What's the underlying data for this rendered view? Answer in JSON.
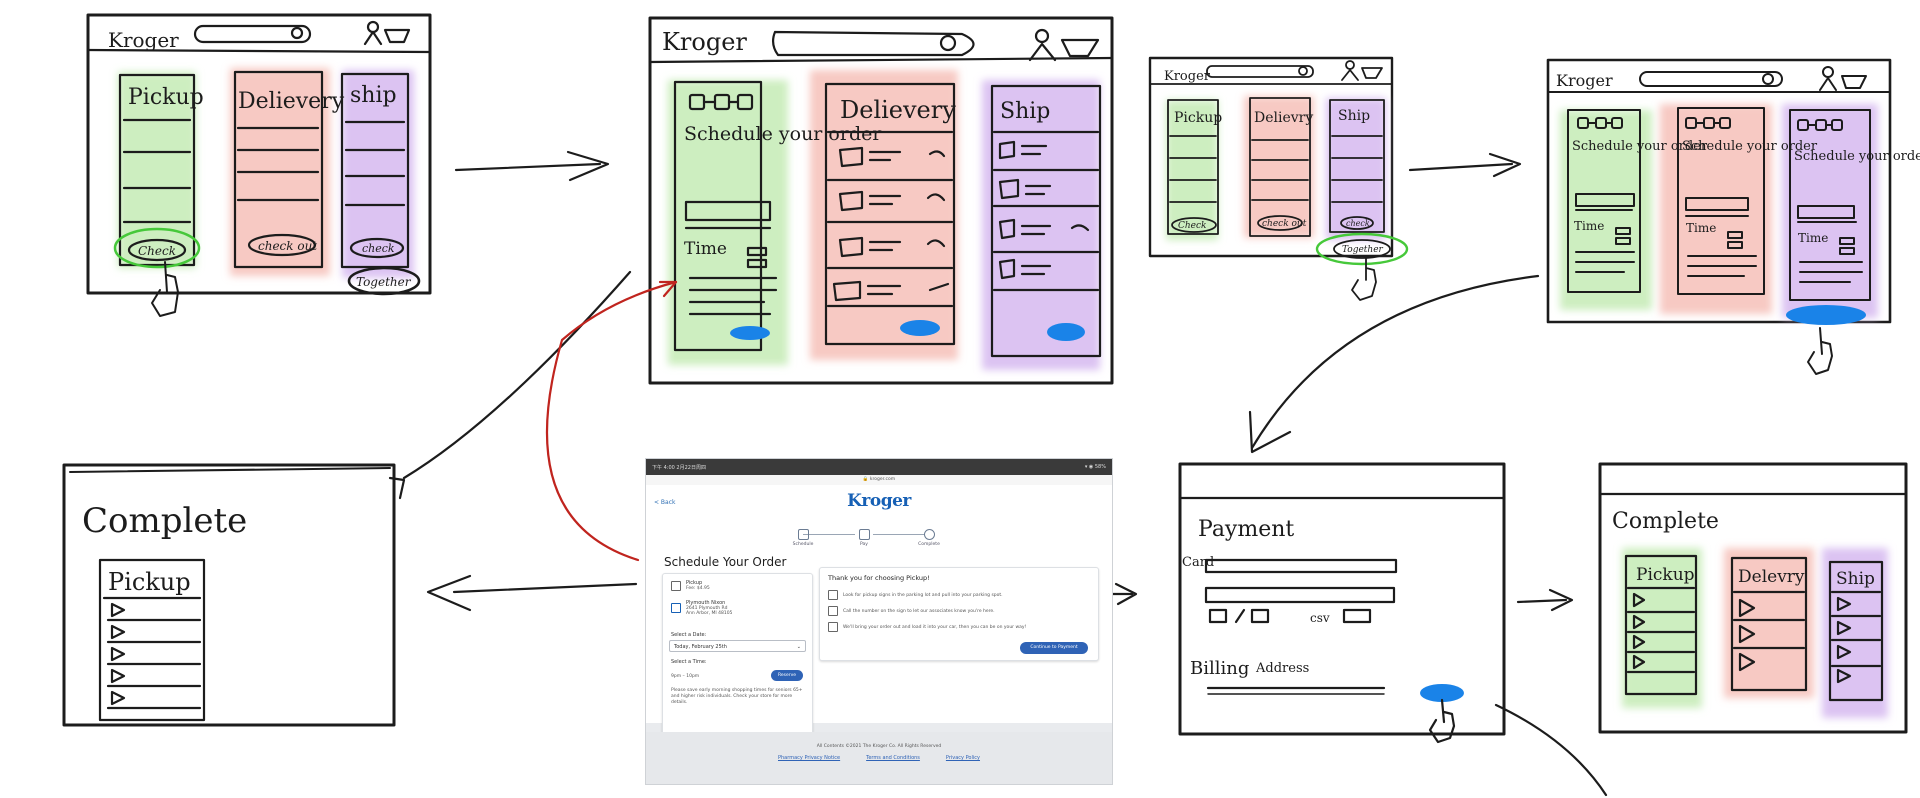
{
  "sketch_labels": {
    "kroger": "Kroger",
    "pickup": "Pickup",
    "pickup_alt": "Pickup",
    "delivery": "Delievery",
    "delivery_alt": "Delievry",
    "delivery_complete": "Delevry",
    "ship": "ship",
    "ship_alt": "Ship",
    "checkout": "Check",
    "checkout_delivery": "check out",
    "checkout_ship": "check",
    "together": "Together",
    "schedule_your_order": "Schedule your order",
    "time": "Time",
    "complete": "Complete",
    "payment": "Payment",
    "card": "Card",
    "csv": "csv",
    "billing": "Billing",
    "address": "Address"
  },
  "screenshot": {
    "status_left": "下午 4:00  2月22日周四",
    "status_right": "▾ ◉ 58%",
    "url": "🔒 kroger.com",
    "back": "< Back",
    "logo": "Kroger",
    "steps": [
      "Schedule",
      "Pay",
      "Complete"
    ],
    "title": "Schedule Your Order",
    "pickup_label": "Pickup",
    "pickup_fee": "Fee: $4.95",
    "store_name": "Plymouth Nixon",
    "store_addr1": "2641 Plymouth Rd",
    "store_addr2": "Ann Arbor, MI 48105",
    "select_date_label": "Select a Date:",
    "selected_date": "Today, February 25th",
    "select_time_label": "Select a Time:",
    "time_slot": "9pm – 10pm",
    "reserve_label": "Reserve",
    "note": "Please save early morning shopping times for seniors 65+ and higher risk individuals. Check your store for more details.",
    "thanks_title": "Thank you for choosing Pickup!",
    "thanks_steps": [
      "Look for pickup signs in the parking lot and pull into your parking spot.",
      "Call the number on the sign to let our associates know you're here.",
      "We'll bring your order out and load it into your car, then you can be on your way!"
    ],
    "continue_label": "Continue to Payment",
    "copyright": "All Contents ©2021 The Kroger Co. All Rights Reserved",
    "footer_links": [
      "Pharmacy Privacy Notice",
      "Terms and Conditions",
      "Privacy Policy"
    ]
  },
  "colors": {
    "pickup_wash": "#cdeec0",
    "delivery_wash": "#f7c9c3",
    "ship_wash": "#dcc3f2",
    "ink": "#1c1c1c",
    "highlight_ring": "#46c83a",
    "blue_button": "#1a83e8",
    "connector_red": "#c0241e",
    "kroger_blue": "#1660b5"
  }
}
